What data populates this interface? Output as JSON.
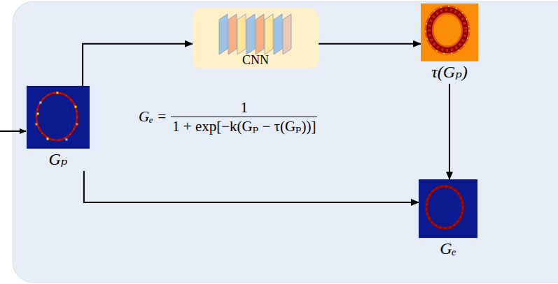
{
  "diagram": {
    "nodes": [
      {
        "text": [
          "Gₚ"
        ]
      },
      {
        "text": [
          "CNN"
        ]
      },
      {
        "text": [
          "τ(Gₚ)"
        ]
      },
      {
        "text": [
          "Gₑ"
        ]
      }
    ],
    "edges": [
      {
        "from": 0,
        "to": 1,
        "arrow": "to"
      },
      {
        "from": 1,
        "to": 2,
        "arrow": "to"
      },
      {
        "from": 2,
        "to": 3,
        "arrow": "to"
      },
      {
        "from": 0,
        "to": 3,
        "arrow": "to"
      }
    ],
    "labels": [
      "Gₑ =",
      "1",
      "1 + exp[−k(Gₚ − τ(Gₚ))]"
    ]
  }
}
